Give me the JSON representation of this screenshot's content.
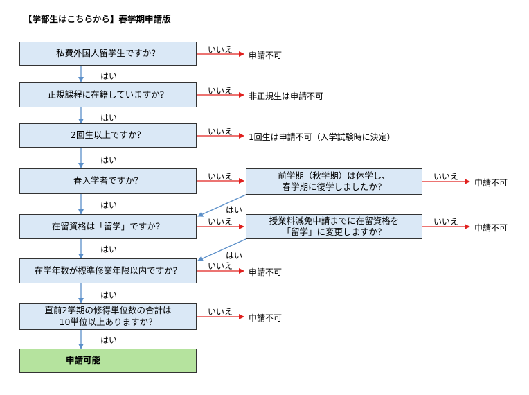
{
  "title": "【学部生はこちらから】春学期申請版",
  "q1": "私費外国人留学生ですか？",
  "q2": "正規課程に在籍していますか？",
  "q3": "2回生以上ですか？",
  "q4": "春入学者ですか？",
  "q5": "在留資格は「留学」ですか？",
  "q6": "在学年数が標準修業年限以内ですか？",
  "q7": "直前2学期の修得単位数の合計は\n10単位以上ありますか？",
  "q4b": "前学期（秋学期）は休学し、\n春学期に復学しましたか？",
  "q5b": "授業料減免申請までに在留資格を\n「留学」に変更しますか？",
  "final": "申請可能",
  "yes": "はい",
  "no": "いいえ",
  "r1": "申請不可",
  "r2": "非正規生は申請不可",
  "r3": "1回生は申請不可（入学試験時に決定）",
  "r4": "申請不可",
  "r5": "申請不可",
  "r6": "申請不可",
  "r7": "申請不可",
  "colors": {
    "box": "#dae8f6",
    "final": "#b5e39e",
    "no_arrow": "#e0201e",
    "yes_arrow": "#5b8fc9"
  }
}
